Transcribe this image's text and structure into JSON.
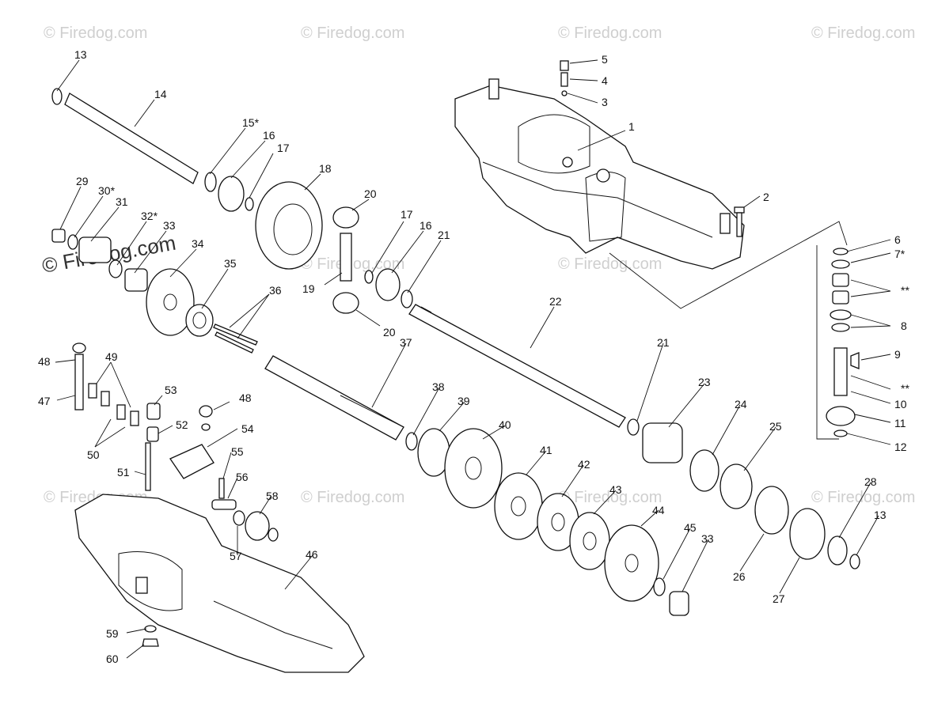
{
  "watermark": "© Firedog.com",
  "callouts": [
    "1",
    "2",
    "3",
    "4",
    "5",
    "6",
    "7*",
    "**",
    "8",
    "9",
    "**",
    "10",
    "11",
    "12",
    "13",
    "14",
    "15*",
    "16",
    "17",
    "18",
    "20",
    "17",
    "16",
    "21",
    "19",
    "20",
    "29",
    "30*",
    "31",
    "32*",
    "33",
    "34",
    "35",
    "36",
    "22",
    "48",
    "49",
    "53",
    "47",
    "52",
    "50",
    "48",
    "54",
    "51",
    "55",
    "56",
    "58",
    "57",
    "46",
    "59",
    "60",
    "37",
    "38",
    "39",
    "40",
    "41",
    "42",
    "43",
    "44",
    "45",
    "33",
    "21",
    "23",
    "24",
    "25",
    "26",
    "27",
    "28",
    "13"
  ]
}
